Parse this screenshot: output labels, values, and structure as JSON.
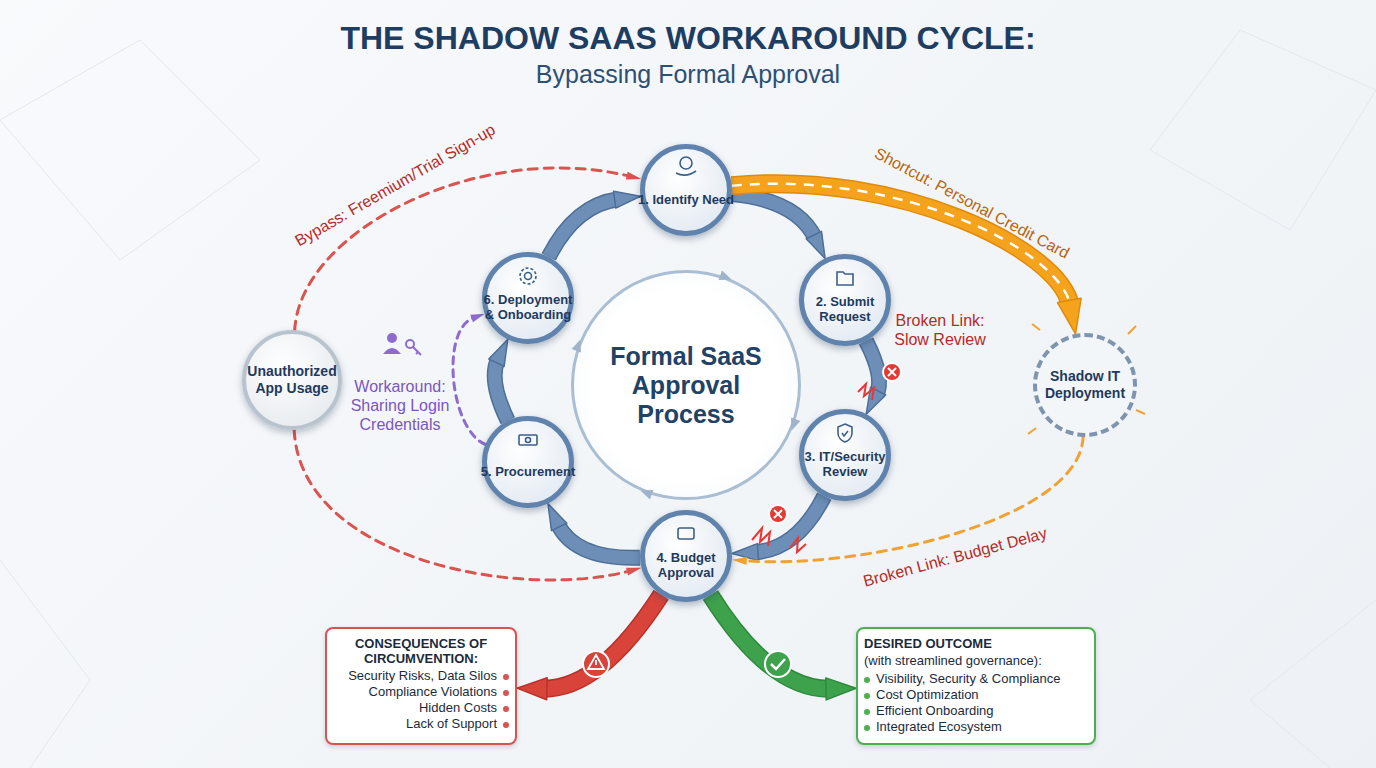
{
  "diagram": {
    "title": "THE SHADOW SAAS WORKAROUND CYCLE:",
    "nodes": [
      {
        "text": [
          "1. Identify Need"
        ]
      },
      {
        "text": [
          "2. Submit Request"
        ]
      },
      {
        "text": [
          "3. IT/Security Review"
        ]
      },
      {
        "text": [
          "4. Budget Approval"
        ]
      },
      {
        "text": [
          "5. Procurement"
        ]
      },
      {
        "text": [
          "6. Deployment & Onboarding"
        ]
      },
      {
        "text": [
          "Formal SaaS Approval Process"
        ]
      },
      {
        "text": [
          "Unauthorized App Usage"
        ]
      },
      {
        "text": [
          "Shadow IT Deployment"
        ]
      },
      {
        "text": [
          "CONSEQUENCES OF CIRCUMVENTION:",
          "Security Risks, Data Silos",
          "Compliance Violations",
          "Hidden Costs",
          "Lack of Support"
        ]
      },
      {
        "text": [
          "DESIRED OUTCOME",
          "(with streamlined governance):",
          "Visibility, Security & Compliance",
          "Cost Optimization",
          "Efficient Onboarding",
          "Integrated Ecosystem"
        ]
      }
    ],
    "edges": [
      {
        "from": 0,
        "to": 1,
        "arrow": "to"
      },
      {
        "from": 1,
        "to": 2,
        "label": "Broken Link: Slow Review",
        "arrow": "to"
      },
      {
        "from": 2,
        "to": 3,
        "arrow": "to"
      },
      {
        "from": 3,
        "to": 4,
        "arrow": "to"
      },
      {
        "from": 4,
        "to": 5,
        "arrow": "to"
      },
      {
        "from": 5,
        "to": 0,
        "arrow": "to"
      },
      {
        "from": 7,
        "to": 0,
        "label": "Bypass: Freemium/Trial Sign-up",
        "arrow": "to"
      },
      {
        "from": 0,
        "to": 8,
        "label": "Shortcut: Personal Credit Card",
        "arrow": "to"
      },
      {
        "from": 8,
        "to": 3,
        "label": "Broken Link: Budget Delay",
        "arrow": "to"
      },
      {
        "from": 7,
        "to": 3,
        "arrow": "to"
      },
      {
        "from": 4,
        "to": 5,
        "label": "Workaround: Sharing Login Credentials",
        "arrow": "to"
      },
      {
        "from": 3,
        "to": 9,
        "arrow": "to"
      },
      {
        "from": 3,
        "to": 10,
        "arrow": "to"
      }
    ],
    "labels": [
      "Bypassing Formal Approval"
    ]
  }
}
